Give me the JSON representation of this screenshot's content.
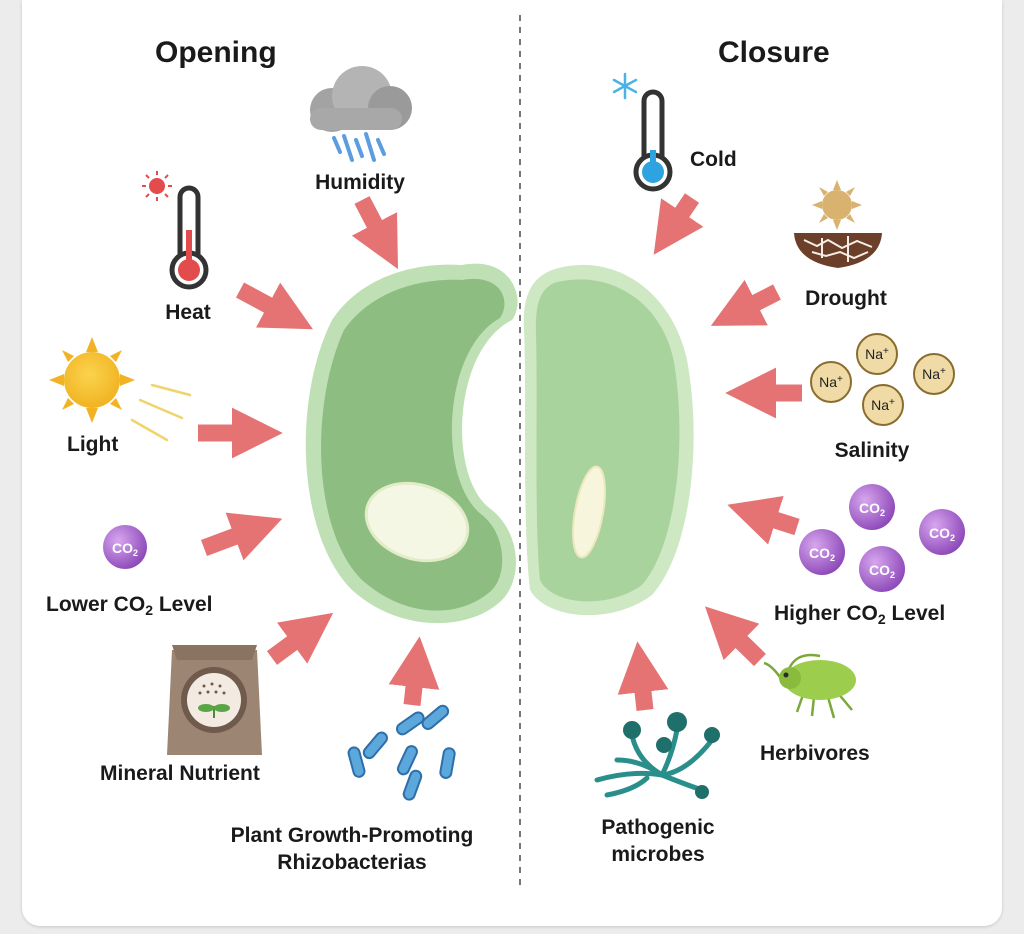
{
  "titles": {
    "opening": "Opening",
    "closure": "Closure"
  },
  "opening": {
    "humidity": "Humidity",
    "heat": "Heat",
    "light": "Light",
    "lower_co2": {
      "pre": "Lower CO",
      "sub": "2",
      "post": " Level"
    },
    "mineral": "Mineral Nutrient",
    "pgpr": {
      "line1": "Plant Growth-Promoting",
      "line2": "Rhizobacterias"
    }
  },
  "closure": {
    "cold": "Cold",
    "drought": "Drought",
    "salinity": "Salinity",
    "higher_co2": {
      "pre": "Higher CO",
      "sub": "2",
      "post": " Level"
    },
    "herbivores": "Herbivores",
    "pathogenic": {
      "line1": "Pathogenic",
      "line2": "microbes"
    }
  },
  "molecules": {
    "na": "Na",
    "na_charge": "+",
    "co2": "CO",
    "co2_sub": "2"
  },
  "colors": {
    "arrow": "#e57373",
    "guard_open": "#8dbd80",
    "guard_closed": "#a9d39c",
    "co2": "#9b59c4",
    "na": "#f0dba6"
  }
}
